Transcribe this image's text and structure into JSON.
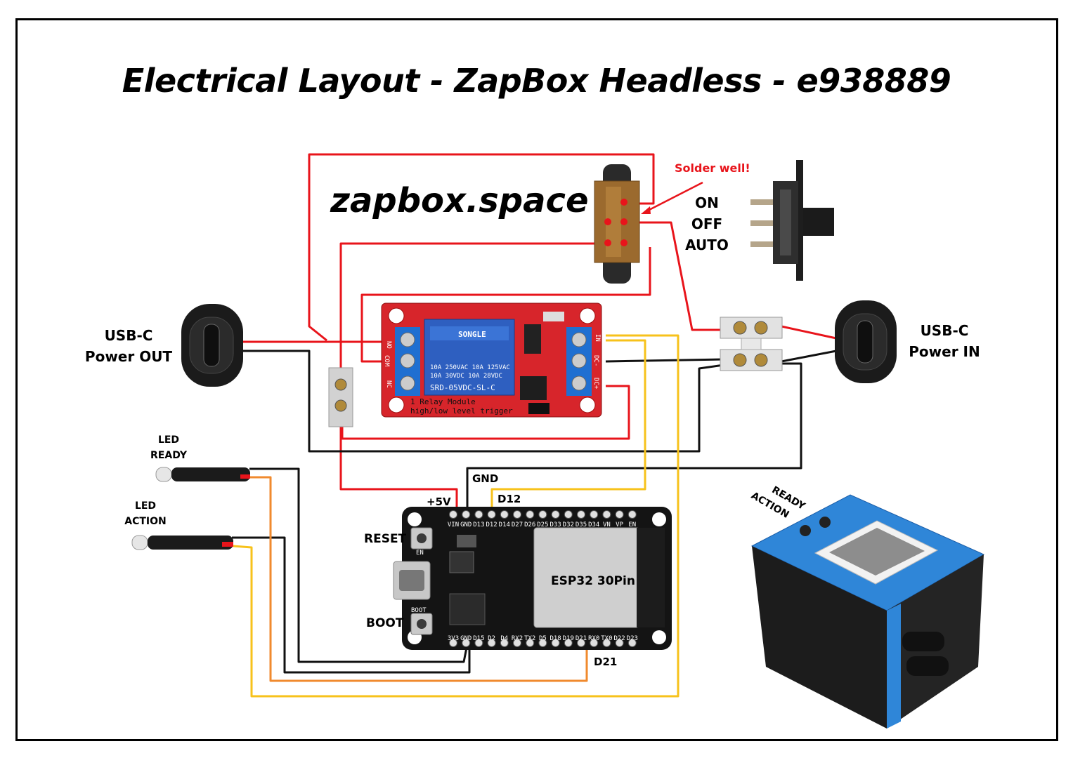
{
  "title": "Electrical Layout - ZapBox Headless - e938889",
  "site": "zapbox.space",
  "labels": {
    "usb_out_1": "USB-C",
    "usb_out_2": "Power OUT",
    "usb_in_1": "USB-C",
    "usb_in_2": "Power IN",
    "solder": "Solder well!",
    "sw_on": "ON",
    "sw_off": "OFF",
    "sw_auto": "AUTO",
    "led_ready_1": "LED",
    "led_ready_2": "READY",
    "led_action_1": "LED",
    "led_action_2": "ACTION",
    "reset": "RESET",
    "boot": "BOOT",
    "gnd": "GND",
    "plus5v": "+5V",
    "d12": "D12",
    "d21": "D21",
    "esp": "ESP32 30Pin",
    "box_ready": "READY",
    "box_action": "ACTION"
  },
  "relay": {
    "brand": "SONGLE",
    "spec_1": "10A 250VAC  10A 125VAC",
    "spec_2": "10A  30VDC  10A  28VDC",
    "model": "SRD-05VDC-SL-C",
    "module_1": "1 Relay  Module",
    "module_2": "high/low level trigger",
    "term_no": "NO",
    "term_com": "COM",
    "term_nc": "NC",
    "term_in": "IN",
    "term_dcm": "DC-",
    "term_dcp": "DC+"
  },
  "esp_pins": {
    "top": [
      "VIN",
      "GND",
      "D13",
      "D12",
      "D14",
      "D27",
      "D26",
      "D25",
      "D33",
      "D32",
      "D35",
      "D34",
      "VN",
      "VP",
      "EN"
    ],
    "bottom": [
      "3V3",
      "GND",
      "D15",
      "D2",
      "D4",
      "RX2",
      "TX2",
      "D5",
      "D18",
      "D19",
      "D21",
      "RX0",
      "TX0",
      "D22",
      "D23"
    ],
    "en": "EN",
    "boot_btn": "BOOT"
  },
  "colors": {
    "red": "#e8141b",
    "black": "#111111",
    "yellow": "#f7c21b",
    "orange": "#f08a2e",
    "relay_board": "#d7252b",
    "blue_terminal": "#1f6fd1",
    "box_blue": "#2f86d8"
  }
}
